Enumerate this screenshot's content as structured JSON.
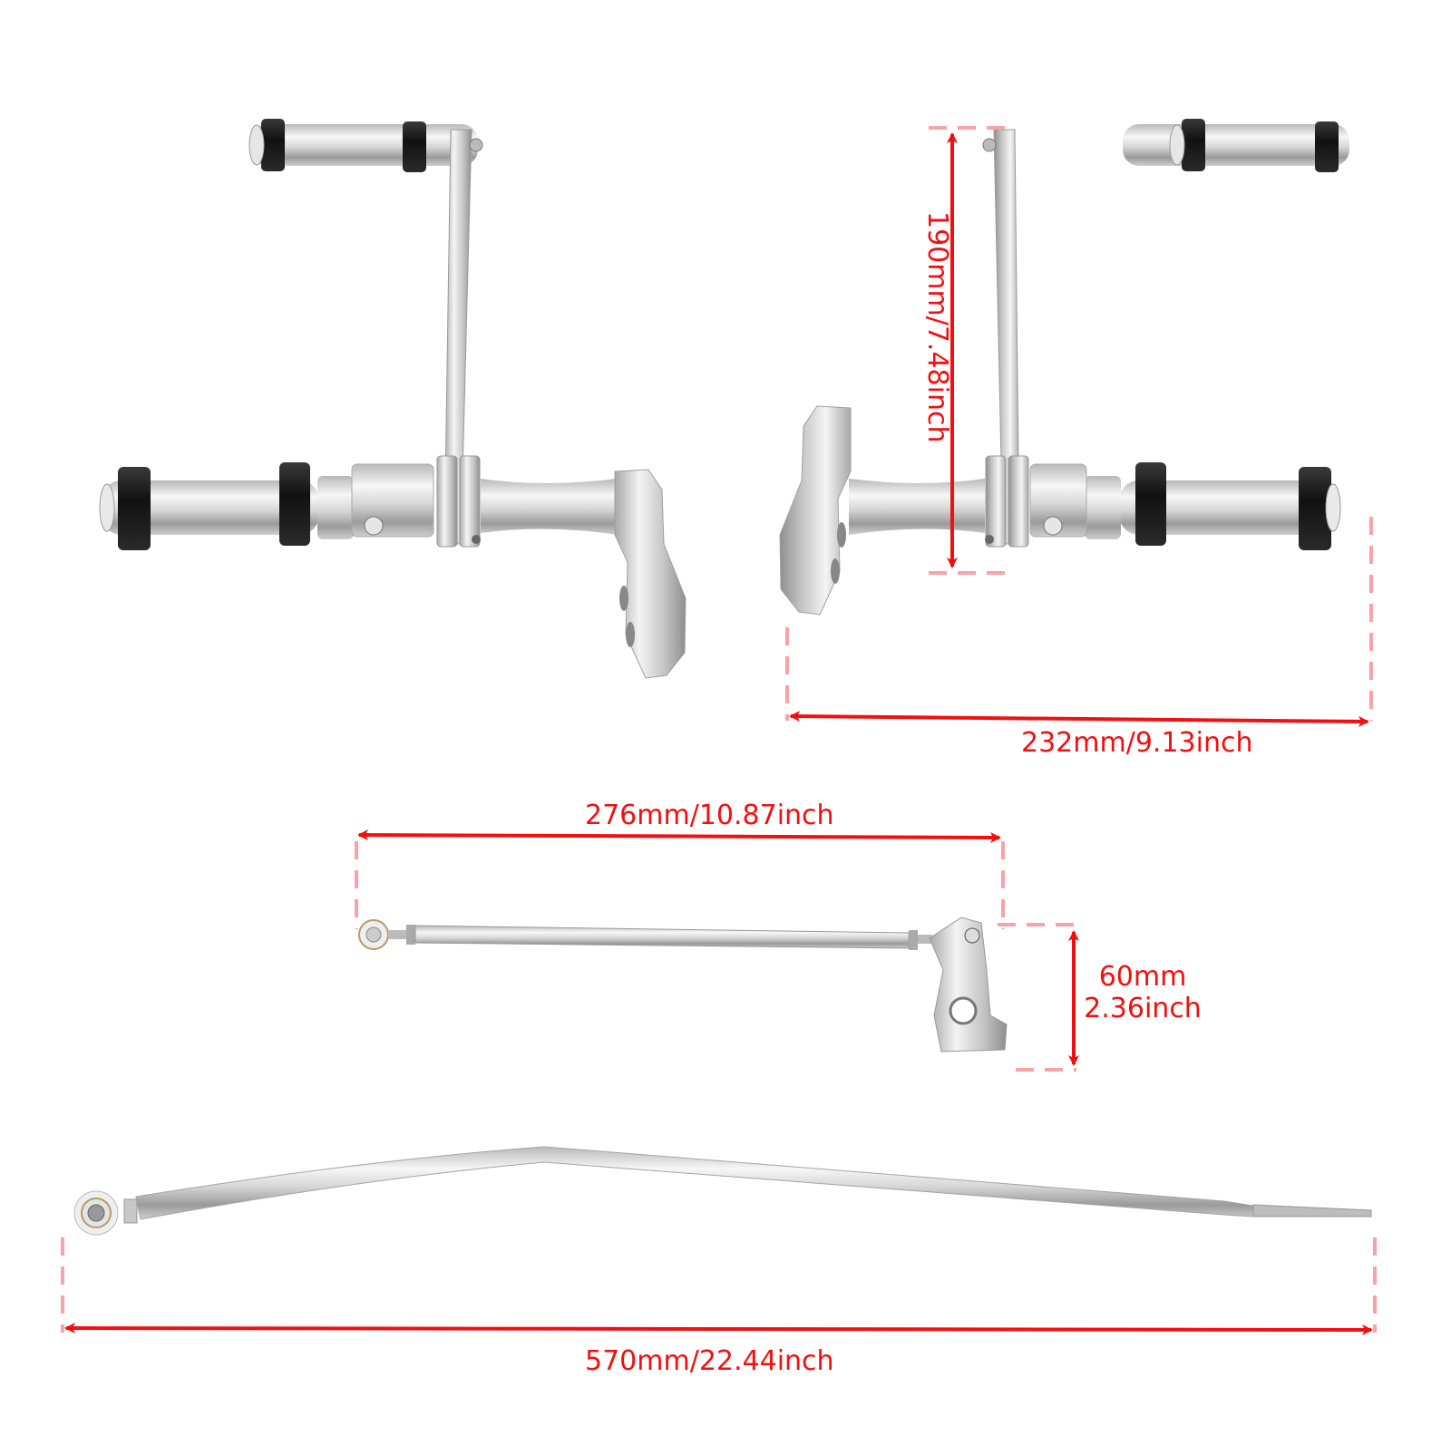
{
  "image": {
    "background": "#ffffff",
    "accent_color": "#f30f0f",
    "guide_color": "#f7a3a8",
    "metal_light": "#f2f2f2",
    "metal_mid": "#c9c9c9",
    "metal_dark": "#8c8c8c",
    "rubber_color": "#141414"
  },
  "products": [
    {
      "name": "Left forward control assembly"
    },
    {
      "name": "Right forward control assembly"
    },
    {
      "name": "Short shift linkage rod with lever"
    },
    {
      "name": "Long bent shift rod"
    }
  ],
  "dimensions": {
    "peg_height": {
      "label": "190mm/7.48inch",
      "mm": 190,
      "inch": 7.48,
      "orientation": "vertical"
    },
    "assembly_width": {
      "label": "232mm/9.13inch",
      "mm": 232,
      "inch": 9.13,
      "orientation": "horizontal"
    },
    "short_rod_length": {
      "label": "276mm/10.87inch",
      "mm": 276,
      "inch": 10.87,
      "orientation": "horizontal"
    },
    "lever_height": {
      "line1": "60mm",
      "line2": "2.36inch",
      "mm": 60,
      "inch": 2.36,
      "orientation": "vertical"
    },
    "long_rod_length": {
      "label": "570mm/22.44inch",
      "mm": 570,
      "inch": 22.44,
      "orientation": "horizontal"
    }
  }
}
